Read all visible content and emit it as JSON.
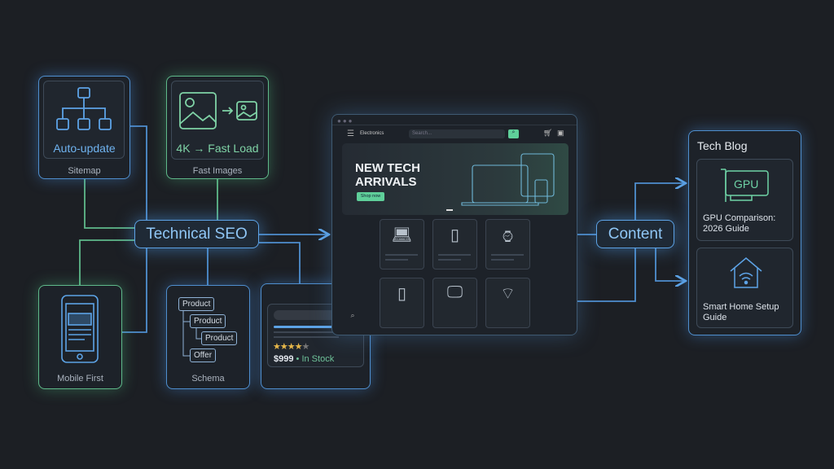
{
  "sitemap": {
    "title": "Auto-update",
    "caption": "Sitemap",
    "icon": "hierarchy-icon"
  },
  "fast_images": {
    "title": "4K → Fast Load",
    "caption": "Fast Images",
    "icon": "image-compress-icon"
  },
  "technical_seo": {
    "label": "Technical SEO"
  },
  "mobile": {
    "caption": "Mobile First",
    "icon": "smartphone-icon"
  },
  "schema": {
    "caption": "Schema",
    "nodes": [
      "Product",
      "Product",
      "Product",
      "Offer"
    ]
  },
  "snippet": {
    "price": "$999",
    "stock": "• In Stock",
    "rating": 4.5
  },
  "store": {
    "brand": "Electronics",
    "search_placeholder": "Search...",
    "hero_title_1": "NEW TECH",
    "hero_title_2": "ARRIVALS",
    "cta": "Shop now",
    "products": [
      "laptop-icon",
      "phone-icon",
      "smartwatch-icon",
      "phone-icon",
      "desktop-tablet-icon",
      "router-icon"
    ]
  },
  "content": {
    "label": "Content"
  },
  "blog": {
    "title": "Tech Blog",
    "posts": [
      {
        "title": "GPU Comparison: 2026 Guide",
        "icon": "gpu-icon",
        "icon_text": "GPU"
      },
      {
        "title": "Smart Home Setup Guide",
        "icon": "smart-home-icon"
      }
    ]
  },
  "colors": {
    "blue": "#5da3e6",
    "green": "#5fb98a",
    "background": "#1c1f24"
  }
}
